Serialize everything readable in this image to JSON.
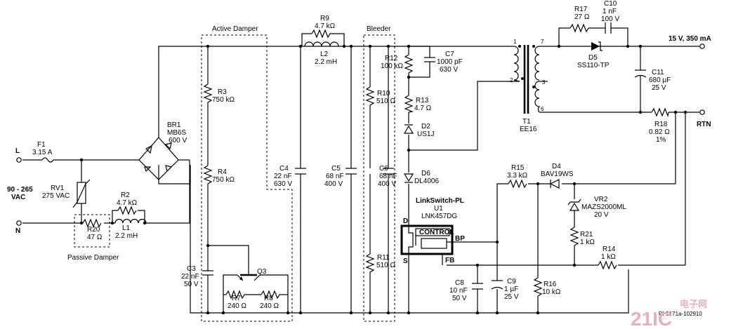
{
  "groups": {
    "active_damper": "Active Damper",
    "bleeder": "Bleeder",
    "passive_damper": "Passive Damper"
  },
  "terminals": {
    "line": "L",
    "neutral": "N",
    "vac_line1": "90 - 265",
    "vac_line2": "VAC",
    "out_pos": "15 V, 350 mA",
    "out_rtn": "RTN"
  },
  "components": {
    "F1": {
      "name": "F1",
      "value": "3.15 A"
    },
    "BR1": {
      "name": "BR1",
      "value": "MB6S",
      "value2": "600 V"
    },
    "RV1": {
      "name": "RV1",
      "value": "275 VAC"
    },
    "R2": {
      "name": "R2",
      "value": "4.7 kΩ"
    },
    "R20": {
      "name": "R20",
      "value": "47 Ω"
    },
    "L1": {
      "name": "L1",
      "value": "2.2 mH"
    },
    "R3": {
      "name": "R3",
      "value": "750 kΩ"
    },
    "R4": {
      "name": "R4",
      "value": "750 kΩ"
    },
    "C3": {
      "name": "C3",
      "value": "22 nF",
      "value2": "50 V"
    },
    "Q3": {
      "name": "Q3"
    },
    "R7": {
      "name": "R7",
      "value": "240 Ω"
    },
    "R8": {
      "name": "R8",
      "value": "240 Ω"
    },
    "R9": {
      "name": "R9",
      "value": "4.7 kΩ"
    },
    "L2": {
      "name": "L2",
      "value": "2.2 mH"
    },
    "C4": {
      "name": "C4",
      "value": "22 nF",
      "value2": "630 V"
    },
    "C5": {
      "name": "C5",
      "value": "68 nF",
      "value2": "400 V"
    },
    "R10": {
      "name": "R10",
      "value": "510 Ω"
    },
    "C6": {
      "name": "C6",
      "value": "68 nF",
      "value2": "400 V"
    },
    "R11": {
      "name": "R11",
      "value": "510 Ω"
    },
    "R12": {
      "name": "R12",
      "value": "100 kΩ"
    },
    "C7": {
      "name": "C7",
      "value": "1000 pF",
      "value2": "630 V"
    },
    "R13": {
      "name": "R13",
      "value": "4.7 Ω"
    },
    "D2": {
      "name": "D2",
      "value": "US1J"
    },
    "D6": {
      "name": "D6",
      "value": "DL4006"
    },
    "T1": {
      "name": "T1",
      "value": "EE16"
    },
    "R17": {
      "name": "R17",
      "value": "27 Ω"
    },
    "C10": {
      "name": "C10",
      "value": "1 nF",
      "value2": "100 V"
    },
    "D5": {
      "name": "D5",
      "value": "SS110-TP"
    },
    "C11": {
      "name": "C11",
      "value": "680 µF",
      "value2": "25 V"
    },
    "R18": {
      "name": "R18",
      "value": "0.82 Ω",
      "value2": "1%"
    },
    "R15": {
      "name": "R15",
      "value": "3.3 kΩ"
    },
    "D4": {
      "name": "D4",
      "value": "BAV19WS"
    },
    "VR2": {
      "name": "VR2",
      "value": "MAZS2000ML",
      "value2": "20 V"
    },
    "R21": {
      "name": "R21",
      "value": "1 kΩ"
    },
    "R14": {
      "name": "R14",
      "value": "1 kΩ"
    },
    "C8": {
      "name": "C8",
      "value": "10 nF",
      "value2": "50 V"
    },
    "C9": {
      "name": "C9",
      "value": "1 µF",
      "value2": "25 V"
    },
    "R16": {
      "name": "R16",
      "value": "10 kΩ"
    },
    "U1": {
      "title": "LinkSwitch-PL",
      "name": "U1",
      "value": "LNK457DG",
      "control": "CONTROL",
      "pin_d": "D",
      "pin_s": "S",
      "pin_bp": "BP",
      "pin_fb": "FB"
    }
  },
  "transformer_pins": {
    "p1": "1",
    "p2": "2",
    "p3": "3",
    "p6": "6",
    "p7": "7"
  },
  "drawing_id": "PI-5171a-102910",
  "watermark": {
    "main": "21IC",
    "sub": "电子网"
  }
}
